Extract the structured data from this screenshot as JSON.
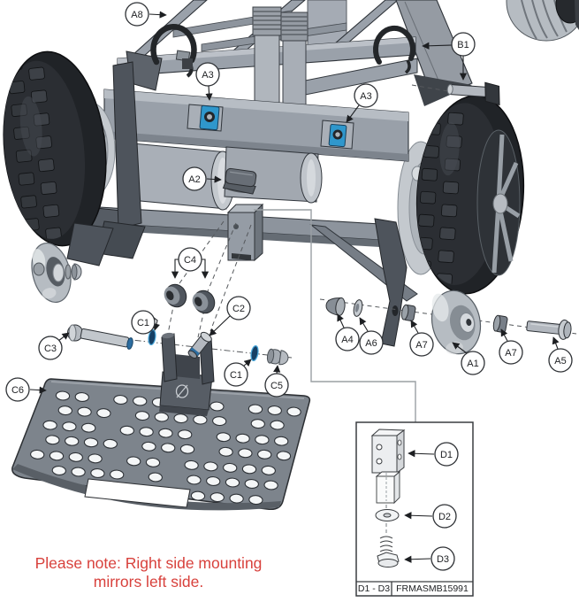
{
  "figure": {
    "type": "exploded-parts-diagram",
    "note": {
      "line1": "Please note: Right side mounting",
      "line2": "mirrors left side."
    },
    "callouts": {
      "a8": "A8",
      "b1": "B1",
      "a3_left": "A3",
      "a3_right": "A3",
      "a2": "A2",
      "c4": "C4",
      "c2": "C2",
      "c1_left": "C1",
      "c3": "C3",
      "c1_right": "C1",
      "c5": "C5",
      "c6": "C6",
      "a4": "A4",
      "a6": "A6",
      "a7_left": "A7",
      "a1": "A1",
      "a7_right": "A7",
      "a5": "A5",
      "d1": "D1",
      "d2": "D2",
      "d3": "D3"
    },
    "inset": {
      "range_label": "D1 - D3",
      "part_number": "FRMASMB15991"
    },
    "colors": {
      "accent_blue": "#2f97cc",
      "note_red": "#d8413c",
      "line": "#2e3135"
    }
  }
}
